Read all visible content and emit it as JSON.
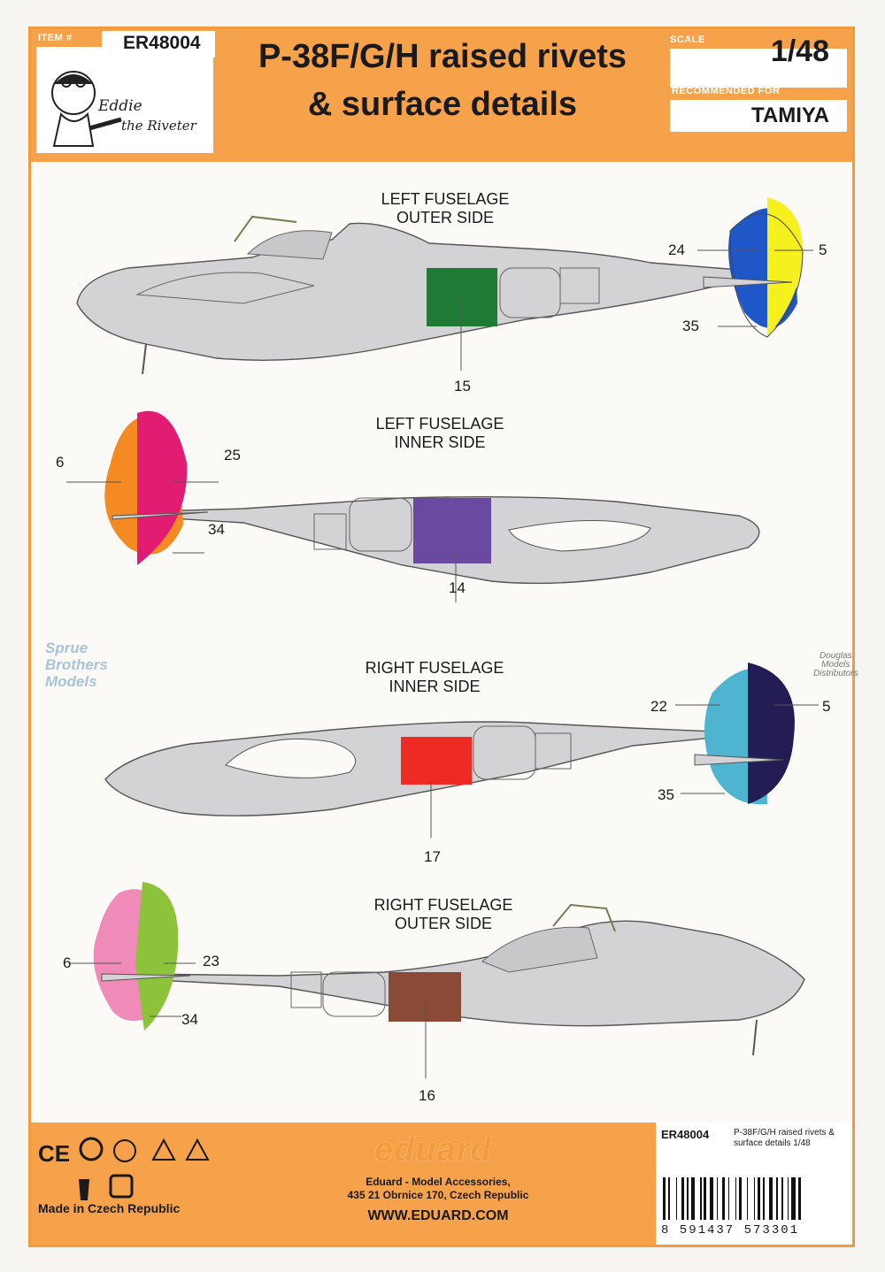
{
  "header": {
    "item_label": "ITEM #",
    "item_code": "ER48004",
    "title_line1": "P-38F/G/H raised rivets",
    "title_line2": "& surface details",
    "scale_label": "SCALE",
    "scale_value": "1/48",
    "recommended_label": "RECOMMENDED FOR",
    "recommended_value": "TAMIYA",
    "mascot_text": "Eddie the Riveter"
  },
  "views": [
    {
      "caption_line1": "LEFT FUSELAGE",
      "caption_line2": "OUTER SIDE",
      "part": "15",
      "rudder_top": "24",
      "rudder_right": "5",
      "rudder_bottom": "35"
    },
    {
      "caption_line1": "LEFT FUSELAGE",
      "caption_line2": "INNER SIDE",
      "part": "14",
      "rudder_top": "6",
      "rudder_right": "25",
      "rudder_bottom": "34"
    },
    {
      "caption_line1": "RIGHT FUSELAGE",
      "caption_line2": "INNER SIDE",
      "part": "17",
      "rudder_top": "22",
      "rudder_right": "5",
      "rudder_bottom": "35"
    },
    {
      "caption_line1": "RIGHT FUSELAGE",
      "caption_line2": "OUTER SIDE",
      "part": "16",
      "rudder_top": "6",
      "rudder_right": "23",
      "rudder_bottom": "34"
    }
  ],
  "colors": {
    "orange": "#f6a24a",
    "fuselage": "#d3d3d5",
    "green": "#1e7a35",
    "purple": "#6a4aa0",
    "red": "#ee2a24",
    "brown": "#8a4a35",
    "blue": "#1f57c8",
    "yellow": "#f6f01f",
    "orange_fin": "#f58a23",
    "magenta": "#e21b73",
    "lightblue": "#4eb4cf",
    "navy": "#241c55",
    "pink": "#ef8ab9",
    "lime": "#8cc33a"
  },
  "footer": {
    "made_in": "Made in Czech Republic",
    "brand": "eduard",
    "address_line1": "Eduard - Model Accessories,",
    "address_line2": "435 21 Obrnice 170, Czech Republic",
    "website": "WWW.EDUARD.COM",
    "barcode_code": "ER48004",
    "barcode_desc": "P-38F/G/H raised rivets & surface details 1/48",
    "barcode_digits": "8 591437 573301",
    "icons": [
      "CE",
      "recycle",
      "EKO KOM",
      "4 LDPE",
      "22 PAP",
      "5 PP",
      "no-litter",
      "LANDBELL"
    ]
  },
  "watermarks": {
    "left": [
      "Sprue",
      "Brothers",
      "Models"
    ],
    "right": [
      "Douglas",
      "Models",
      "Distributors"
    ]
  }
}
